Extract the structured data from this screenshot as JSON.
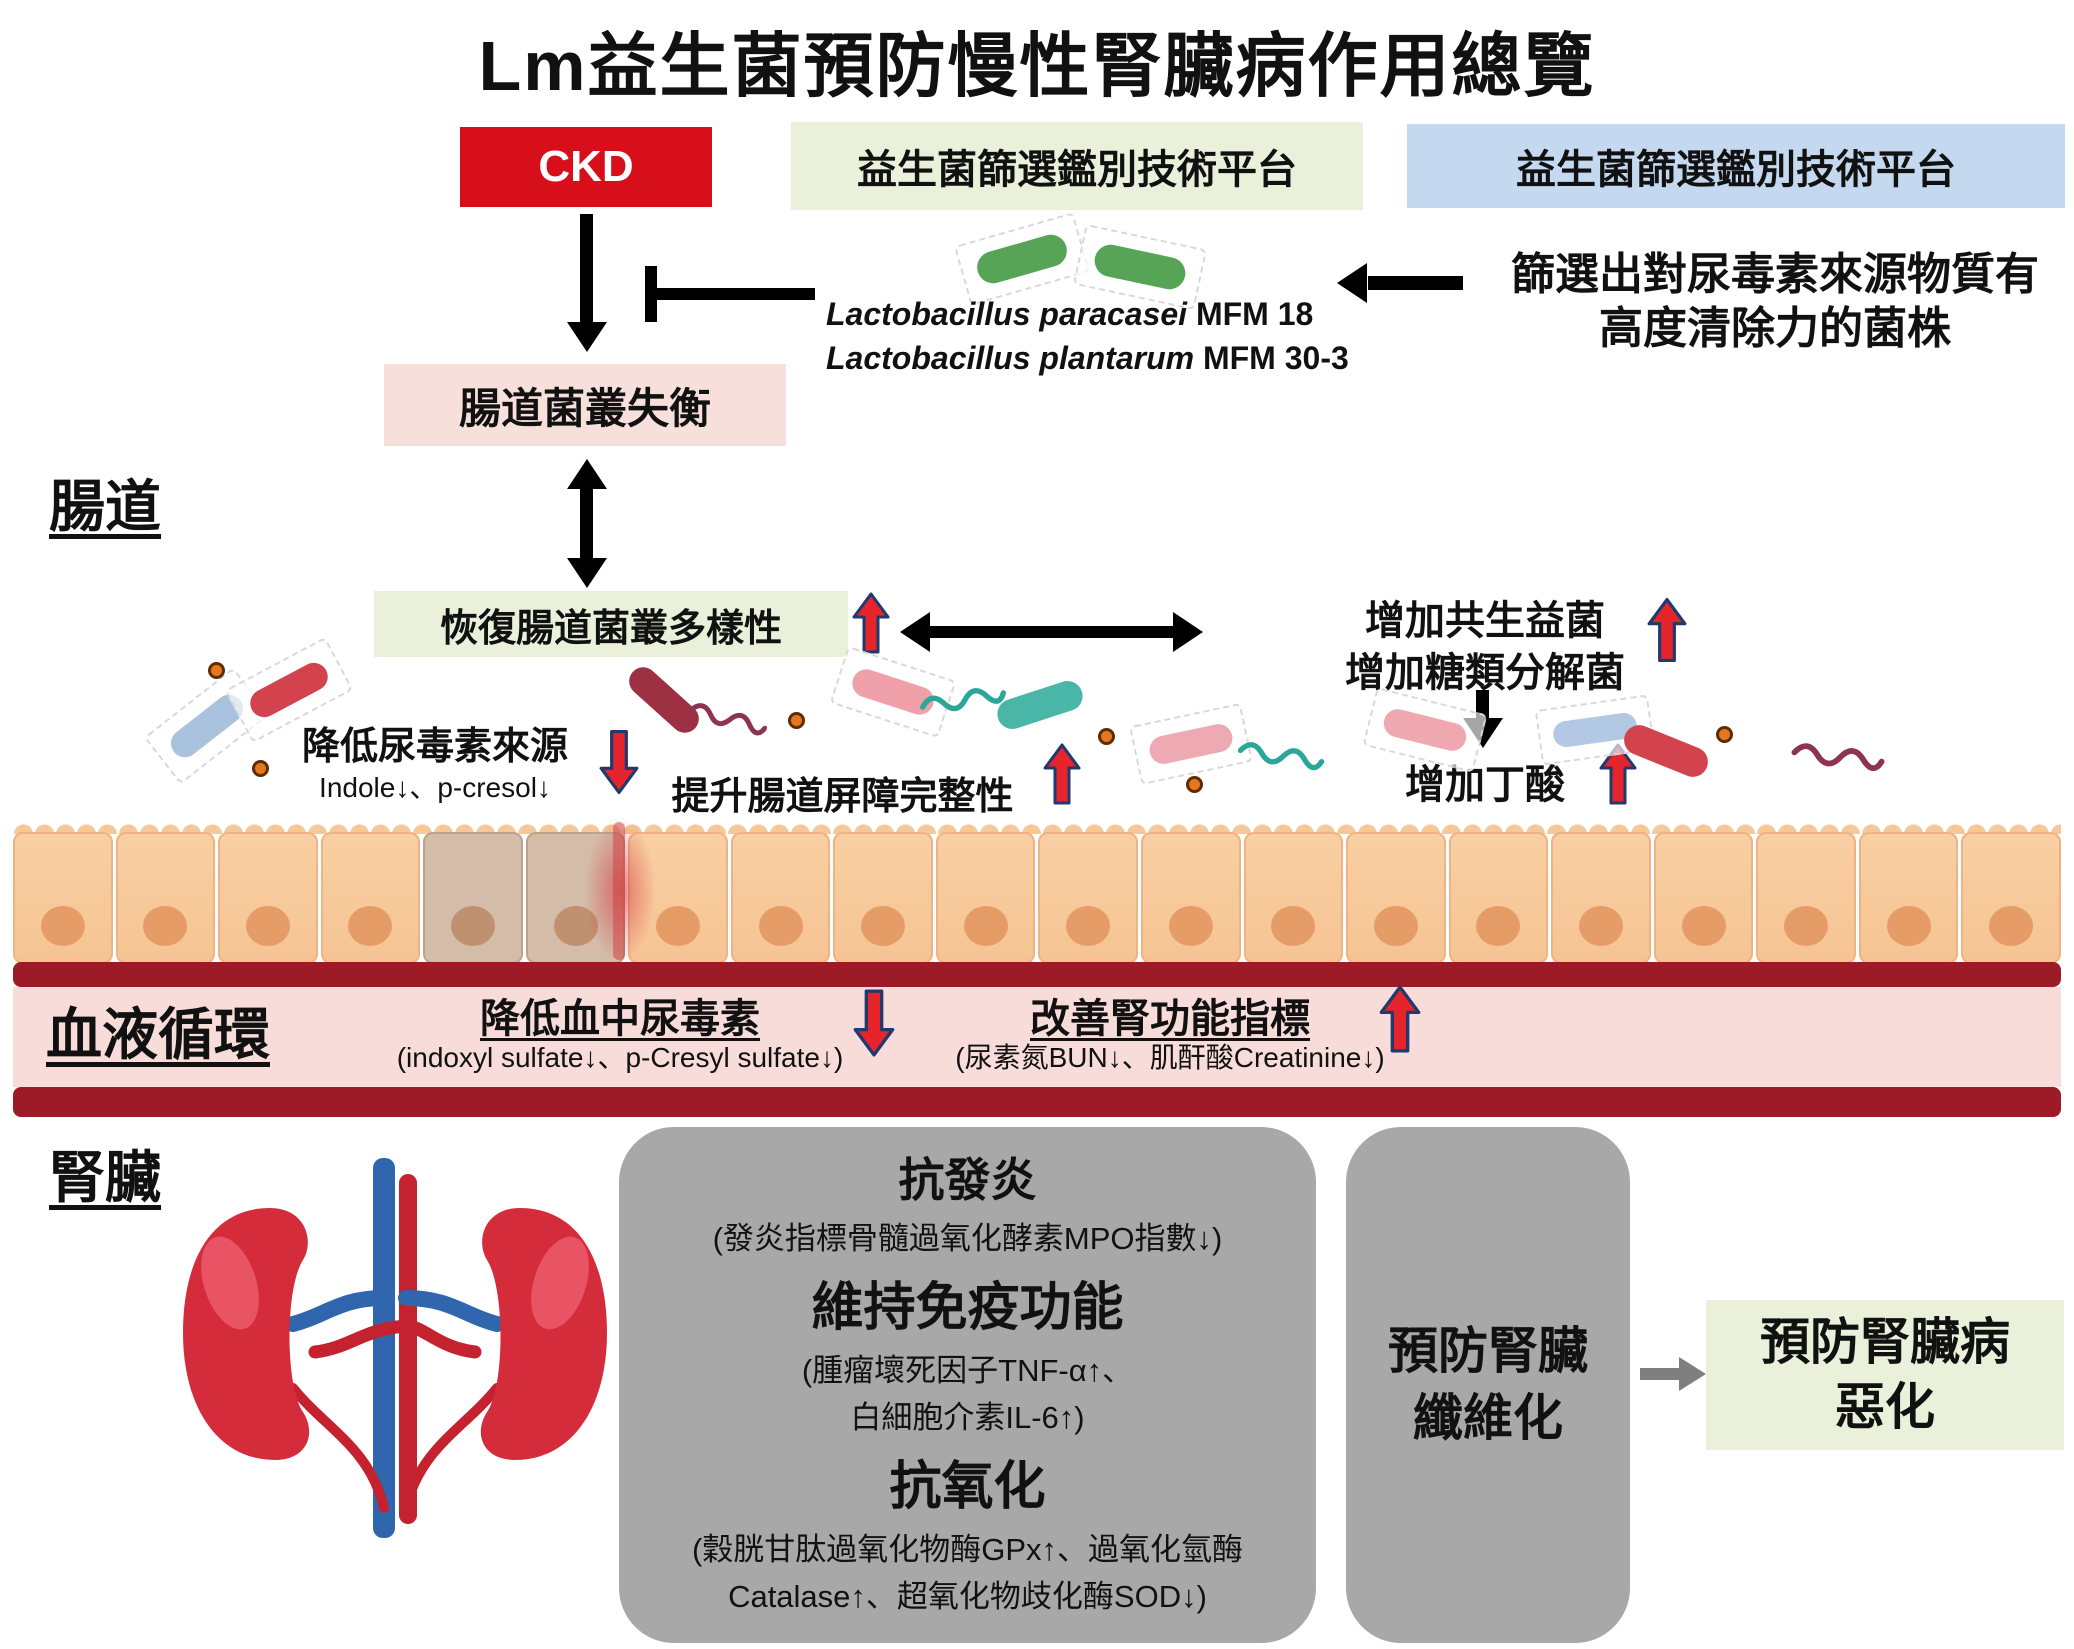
{
  "title": "Lm益生菌預防慢性腎臟病作用總覽",
  "top": {
    "ckd": "CKD",
    "platform_green": "益生菌篩選鑑別技術平台",
    "platform_blue": "益生菌篩選鑑別技術平台",
    "strain1_name": "Lactobacillus paracasei",
    "strain1_code": " MFM 18",
    "strain2_name": "Lactobacillus plantarum",
    "strain2_code": " MFM 30-3",
    "note_line1": "篩選出對尿毒素來源物質有",
    "note_line2": "高度清除力的菌株",
    "dysbiosis": "腸道菌叢失衡"
  },
  "gut": {
    "label": "腸道",
    "restore": "恢復腸道菌叢多樣性",
    "symbiotic1": "增加共生益菌",
    "symbiotic2": "增加糖類分解菌",
    "butyrate": "增加丁酸",
    "toxin_title": "降低尿毒素來源",
    "toxin_detail": "Indole↓、p-cresol↓",
    "barrier": "提升腸道屏障完整性"
  },
  "blood": {
    "label": "血液循環",
    "uremic_title": "降低血中尿毒素",
    "uremic_detail": "(indoxyl sulfate↓、p-Cresyl sulfate↓)",
    "renal_title": "改善腎功能指標",
    "renal_detail": "(尿素氮BUN↓、肌酐酸Creatinine↓)"
  },
  "kidney": {
    "label": "腎臟",
    "anti_inflam_title": "抗發炎",
    "anti_inflam_detail": "(發炎指標骨髓過氧化酵素MPO指數↓)",
    "immune_title": "維持免疫功能",
    "immune_detail1": "(腫瘤壞死因子TNF-α↑、",
    "immune_detail2": "白細胞介素IL-6↑)",
    "antiox_title": "抗氧化",
    "antiox_detail1": "(穀胱甘肽過氧化物酶GPx↑、過氧化氫酶",
    "antiox_detail2": "Catalase↑、超氧化物歧化酶SOD↓)",
    "fibrosis1": "預防腎臟",
    "fibrosis2": "纖維化",
    "outcome1": "預防腎臟病",
    "outcome2": "惡化"
  },
  "colors": {
    "ckd_red": "#d60f1a",
    "green_box": "#eaf0da",
    "blue_box": "#c4d8f0",
    "pink_box": "#f7dfdb",
    "gray_panel": "#a8a8a8",
    "arrow_red": "#e5242b",
    "arrow_navy": "#1f3a6e",
    "vessel_dark": "#9c1b27",
    "vessel_lumen": "#f8dcda"
  }
}
